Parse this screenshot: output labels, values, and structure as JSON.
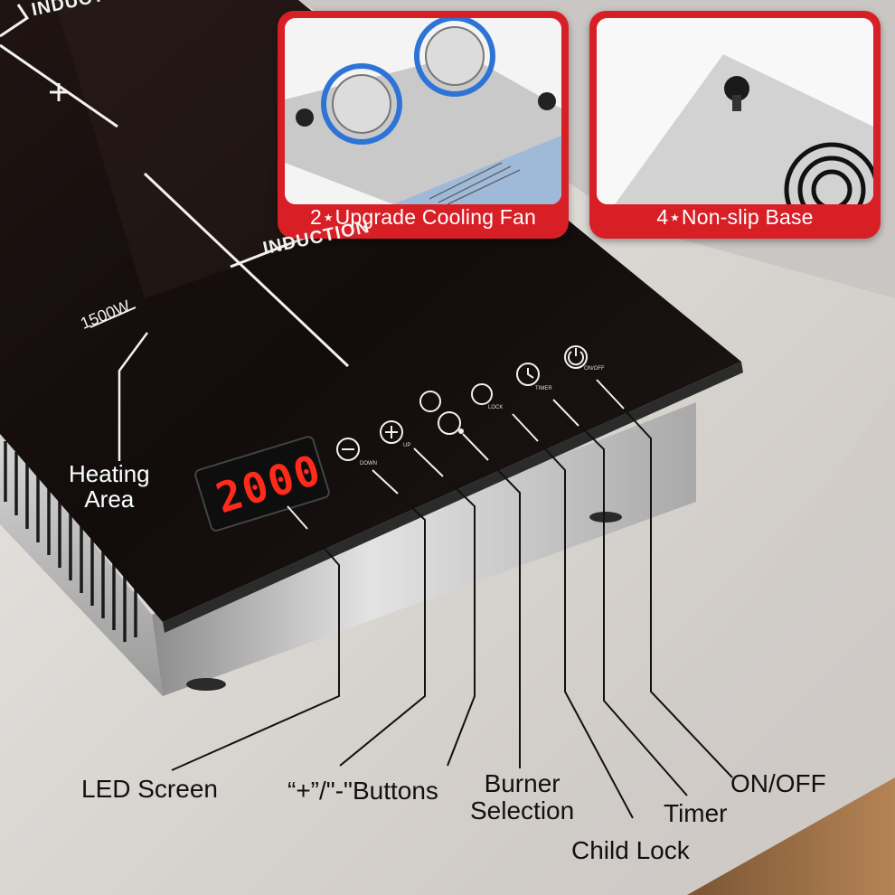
{
  "insets": [
    {
      "caption": "2⋆Upgrade Cooling Fan"
    },
    {
      "caption": "4⋆Non-slip Base"
    }
  ],
  "cooktop": {
    "brand_top": "INDUCTION",
    "brand_mid": "INDUCTION",
    "power_label": "1500W",
    "led_value": "2000"
  },
  "buttons": {
    "down": "DOWN",
    "up": "UP",
    "lock": "LOCK",
    "timer": "TIMER",
    "on_off": "ON/OFF"
  },
  "callouts": {
    "heating_area": "Heating\nArea",
    "led_screen": "LED Screen",
    "plus_minus": "“+”/\"-\"Buttons",
    "burner_selection": "Burner\nSelection",
    "child_lock": "Child Lock",
    "timer": "Timer",
    "on_off": "ON/OFF"
  },
  "colors": {
    "accent_red": "#d91f26",
    "led_red": "#ff2a1a"
  }
}
